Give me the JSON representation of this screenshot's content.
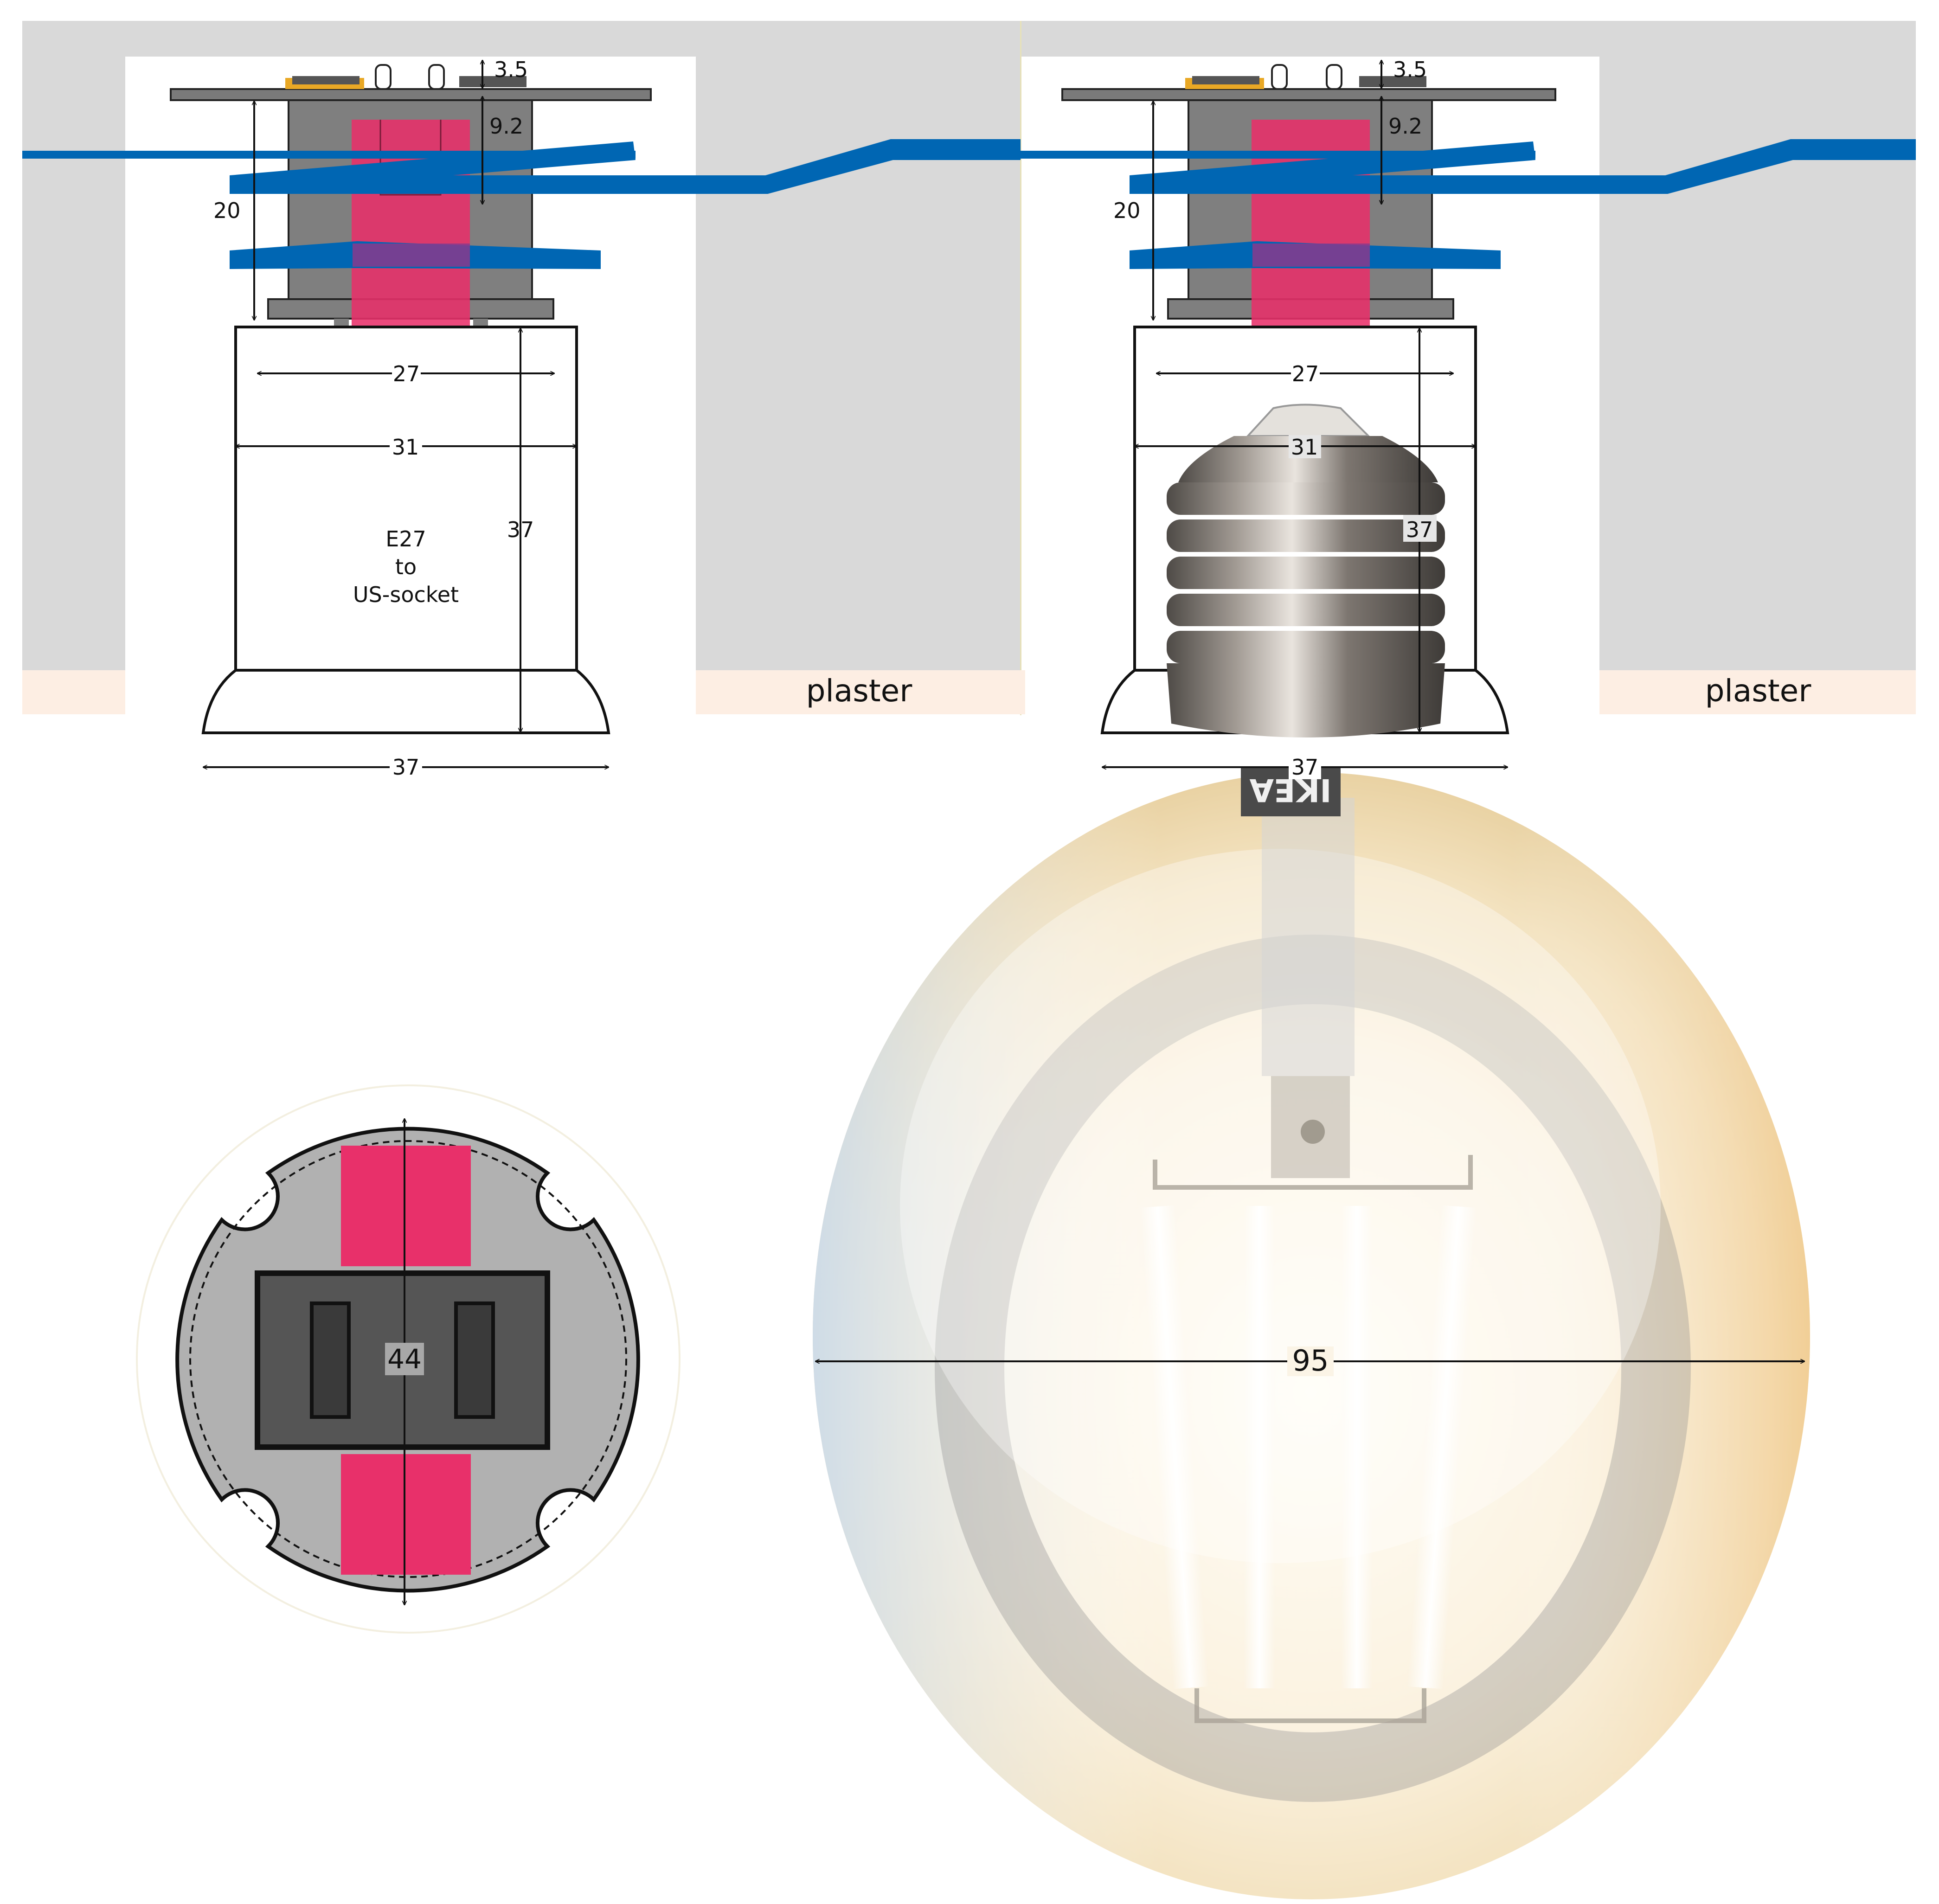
{
  "labels": {
    "plaster": "plaster",
    "adapter_line1": "E27",
    "adapter_line2": "to",
    "adapter_line3": "US-socket",
    "brand": "IKEA"
  },
  "dimensions": {
    "top_gap": "3.5",
    "box_depth": "9.2",
    "box_height": "20",
    "inner_width": "27",
    "outer_width": "31",
    "adapter_height": "37",
    "flange_width": "37",
    "plate_diameter": "44",
    "bulb_diameter": "95"
  },
  "colors": {
    "wall": "#d9d9d9",
    "plaster": "#fdeee3",
    "cable": "#0066b3",
    "box": "#7f7f7f",
    "highlight": "#e8306a",
    "plate_gray": "#b1b1b1",
    "receptacle": "#555555"
  },
  "icons": {
    "bulb": "led-filament-globe-bulb",
    "cable": "electrical-cable"
  }
}
